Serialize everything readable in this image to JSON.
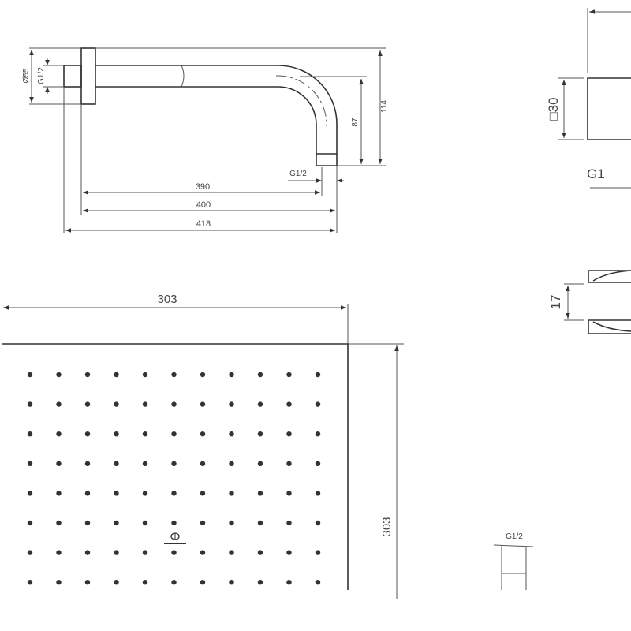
{
  "arm_view": {
    "diameter_flange": "Ø55",
    "thread_inlet": "G1/2",
    "thread_outlet": "G1/2",
    "height_total": "114",
    "height_center": "87",
    "length_inner": "390",
    "length_mid": "400",
    "length_total": "418"
  },
  "side_view": {
    "square_size": "□30",
    "thread_label": "G1",
    "thickness": "17"
  },
  "head_view": {
    "width": "303",
    "height": "303",
    "nozzle_rows": 8,
    "nozzle_cols": 11
  },
  "connector_view": {
    "thread_label": "G1/2"
  }
}
